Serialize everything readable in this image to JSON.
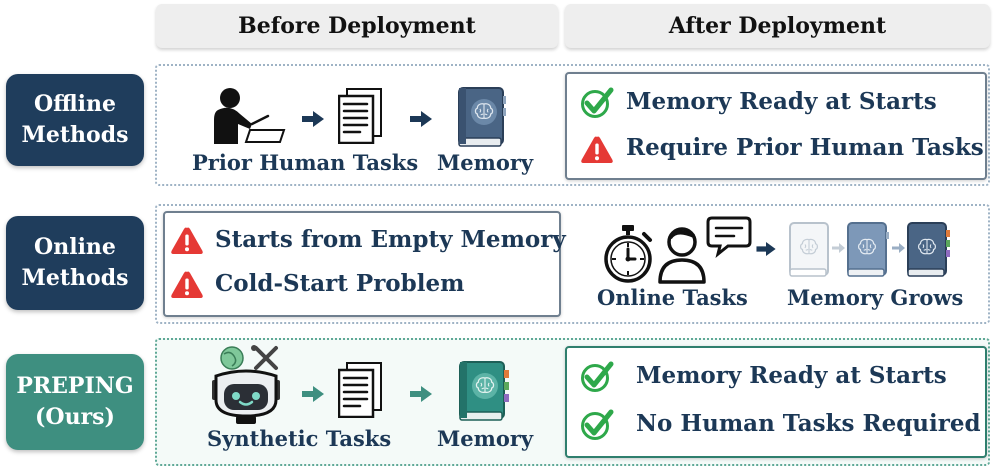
{
  "columns": {
    "before": "Before Deployment",
    "after": "After Deployment"
  },
  "rows": {
    "offline": {
      "label_line1": "Offline",
      "label_line2": "Methods",
      "color": "#1f3d5c",
      "source": "Prior Human Tasks",
      "target": "Memory",
      "points": [
        {
          "icon": "check-icon",
          "text": "Memory Ready at Starts"
        },
        {
          "icon": "warning-icon",
          "text": "Require Prior Human Tasks"
        }
      ]
    },
    "online": {
      "label_line1": "Online",
      "label_line2": "Methods",
      "color": "#1f3d5c",
      "points": [
        {
          "icon": "warning-icon",
          "text": "Starts from Empty Memory"
        },
        {
          "icon": "warning-icon",
          "text": "Cold-Start Problem"
        }
      ],
      "source": "Online Tasks",
      "target": "Memory Grows"
    },
    "preping": {
      "label_line1": "PREPING",
      "label_line2": "(Ours)",
      "color": "#3e8f80",
      "source": "Synthetic Tasks",
      "target": "Memory",
      "points": [
        {
          "icon": "check-icon",
          "text": "Memory Ready at Starts"
        },
        {
          "icon": "check-icon",
          "text": "No Human Tasks Required"
        }
      ]
    }
  },
  "colors": {
    "navy": "#1f3d5c",
    "teal": "#3e8f80",
    "check_green": "#2ea84a",
    "warning_red": "#e53935"
  }
}
